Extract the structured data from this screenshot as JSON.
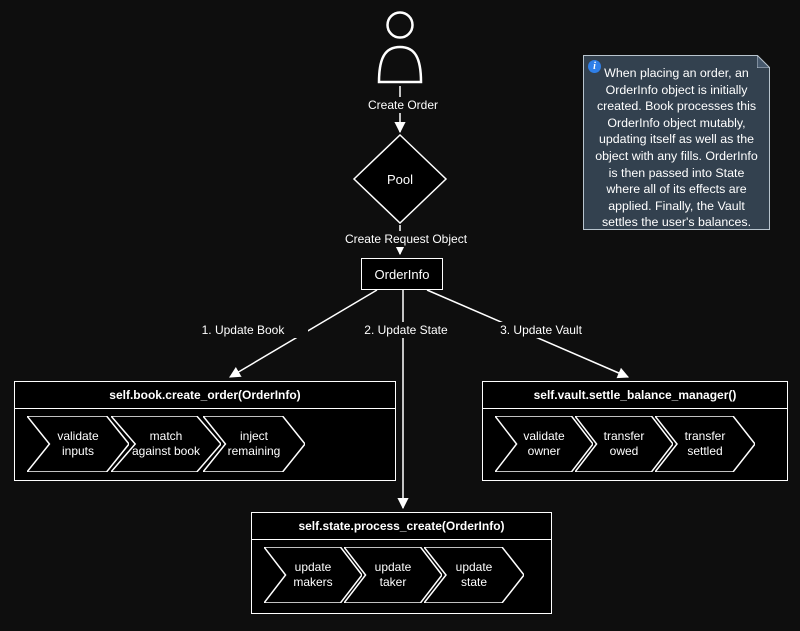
{
  "flow": {
    "create_order_label": "Create Order",
    "pool_label": "Pool",
    "create_request_label": "Create Request Object",
    "orderinfo_label": "OrderInfo",
    "edge_labels": {
      "book": "1. Update Book",
      "state": "2. Update State",
      "vault": "3. Update Vault"
    }
  },
  "boxes": {
    "book": {
      "title": "self.book.create_order(OrderInfo)",
      "steps": [
        {
          "label": "validate\ninputs"
        },
        {
          "label": "match\nagainst book"
        },
        {
          "label": "inject\nremaining"
        }
      ]
    },
    "vault": {
      "title": "self.vault.settle_balance_manager()",
      "steps": [
        {
          "label": "validate\nowner"
        },
        {
          "label": "transfer\nowed"
        },
        {
          "label": "transfer\nsettled"
        }
      ]
    },
    "state": {
      "title": "self.state.process_create(OrderInfo)",
      "steps": [
        {
          "label": "update\nmakers"
        },
        {
          "label": "update\ntaker"
        },
        {
          "label": "update\nstate"
        }
      ]
    }
  },
  "note": {
    "icon": "info-icon",
    "text": "When placing an order, an OrderInfo object is initially created. Book processes this OrderInfo object mutably, updating itself as well as the object with any fills. OrderInfo is then passed into State where all of its effects are applied. Finally, the Vault settles the user's balances."
  },
  "colors": {
    "background": "#0e0e0e",
    "stroke": "#ffffff",
    "node_fill": "#000000",
    "note_bg": "#33414f",
    "note_border": "#b8c4ce",
    "info_blue": "#2f7fe8"
  }
}
